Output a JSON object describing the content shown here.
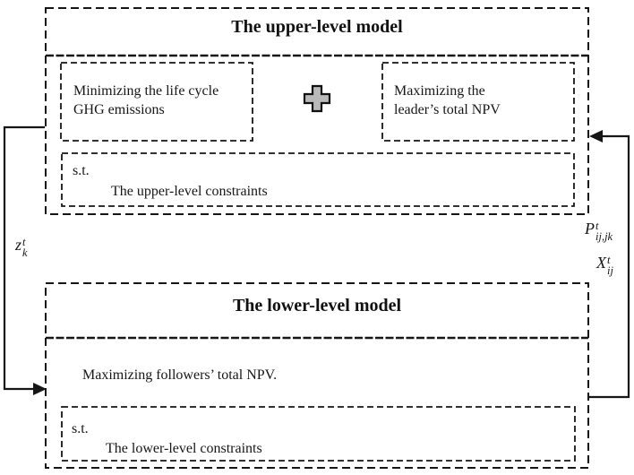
{
  "figure": {
    "upper_model": {
      "title": "The upper-level model",
      "objective_left": "Minimizing the life cycle GHG emissions",
      "objective_right": "Maximizing the leader’s total NPV",
      "st_label": "s.t.",
      "constraints": "The upper-level constraints"
    },
    "lower_model": {
      "title": "The lower-level model",
      "objective": "Maximizing followers’ total NPV.",
      "st_label": "s.t.",
      "constraints": "The lower-level constraints"
    },
    "variables": {
      "left_arrow_label": {
        "base": "z",
        "sup": "t",
        "sub": "k"
      },
      "right_arrow_label_1": {
        "base": "P",
        "sup": "t",
        "sub": "ij,jk"
      },
      "right_arrow_label_2": {
        "base": "X",
        "sup": "t",
        "sub": "ij"
      }
    },
    "colors": {
      "line": "#161616",
      "plus_fill": "#b9b9b9",
      "background": "#ffffff"
    }
  }
}
